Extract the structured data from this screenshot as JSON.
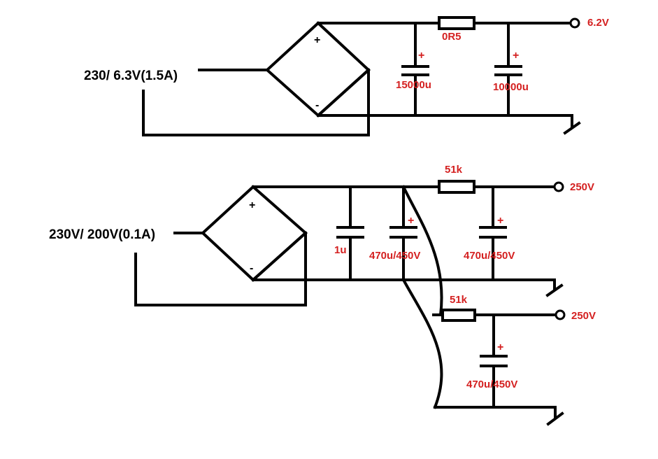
{
  "circuit_top": {
    "transformer_label": "230/ 6.3V(1.5A)",
    "bridge_plus": "+",
    "bridge_minus": "-",
    "cap1": {
      "polarity": "+",
      "value": "15000u"
    },
    "resistor": {
      "value": "0R5"
    },
    "cap2": {
      "polarity": "+",
      "value": "10000u"
    },
    "output": "6.2V"
  },
  "circuit_bottom": {
    "transformer_label": "230V/ 200V(0.1A)",
    "bridge_plus": "+",
    "bridge_minus": "-",
    "cap_film": {
      "value": "1u"
    },
    "cap_main": {
      "polarity": "+",
      "value": "470u/450V"
    },
    "resistor1": {
      "value": "51k"
    },
    "cap_out1": {
      "polarity": "+",
      "value": "470u/450V"
    },
    "output1": "250V",
    "resistor2": {
      "value": "51k"
    },
    "cap_out2": {
      "polarity": "+",
      "value": "470u/450V"
    },
    "output2": "250V"
  },
  "colors": {
    "wire": "#000000",
    "label_red": "#d42020",
    "label_black": "#000000"
  }
}
